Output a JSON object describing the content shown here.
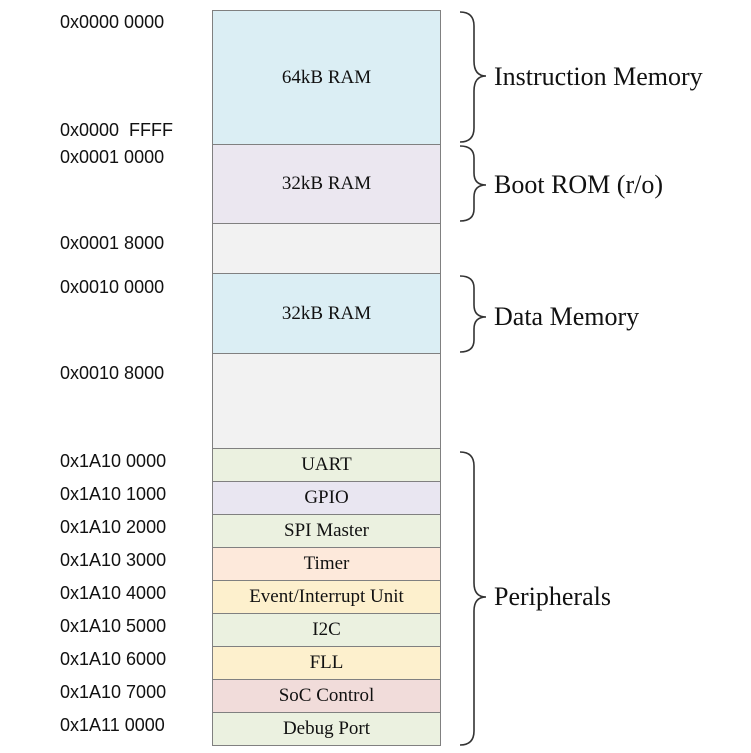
{
  "addresses": {
    "a0": "0x0000 0000",
    "a1": "0x0000  FFFF",
    "a2": "0x0001 0000",
    "a3": "0x0001 8000",
    "a4": "0x0010 0000",
    "a5": "0x0010 8000",
    "a6": "0x1A10 0000",
    "a7": "0x1A10 1000",
    "a8": "0x1A10 2000",
    "a9": "0x1A10 3000",
    "a10": "0x1A10 4000",
    "a11": "0x1A10 5000",
    "a12": "0x1A10 6000",
    "a13": "0x1A10 7000",
    "a14": "0x1A11 0000"
  },
  "blocks": {
    "instr_ram": "64kB RAM",
    "boot_ram": "32kB RAM",
    "data_ram": "32kB RAM",
    "uart": "UART",
    "gpio": "GPIO",
    "spi": "SPI Master",
    "timer": "Timer",
    "event": "Event/Interrupt Unit",
    "i2c": "I2C",
    "fll": "FLL",
    "soc": "SoC Control",
    "debug": "Debug Port"
  },
  "groups": {
    "instruction": "Instruction Memory",
    "boot": "Boot ROM (r/o)",
    "data": "Data Memory",
    "peripherals": "Peripherals"
  },
  "colors": {
    "ram_blue": "#dbeef4",
    "ram_lavender": "#ebe7f0",
    "empty_gray": "#f2f2f2",
    "peri_green": "#ebf1e0",
    "peri_lavender": "#e9e6f1",
    "peri_peach": "#fde9db",
    "peri_yellow": "#fdf0cd",
    "peri_pink": "#f1dcda"
  }
}
